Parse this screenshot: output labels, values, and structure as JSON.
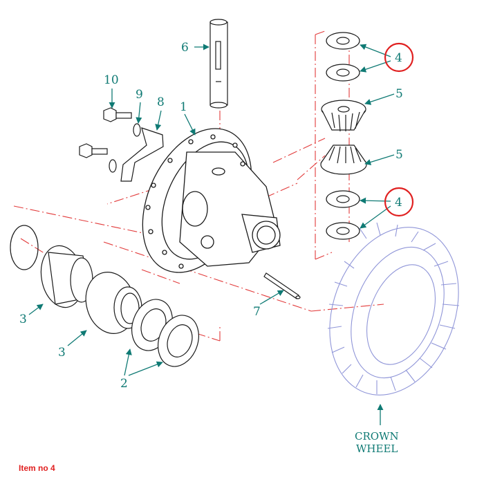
{
  "colors": {
    "callout": "#0f7a74",
    "centerline": "#e23a3a",
    "circle_highlight": "#e02020",
    "part_ink": "#1a1a1a",
    "crown_wheel": "#8f95d8",
    "caption": "#e02020"
  },
  "labels": {
    "l1": "1",
    "l2": "2",
    "l3a": "3",
    "l3b": "3",
    "l4a": "4",
    "l4b": "4",
    "l5a": "5",
    "l5b": "5",
    "l6": "6",
    "l7": "7",
    "l8": "8",
    "l9": "9",
    "l10": "10"
  },
  "crown": {
    "line1": "CROWN",
    "line2": "WHEEL"
  },
  "caption": "Item no 4"
}
